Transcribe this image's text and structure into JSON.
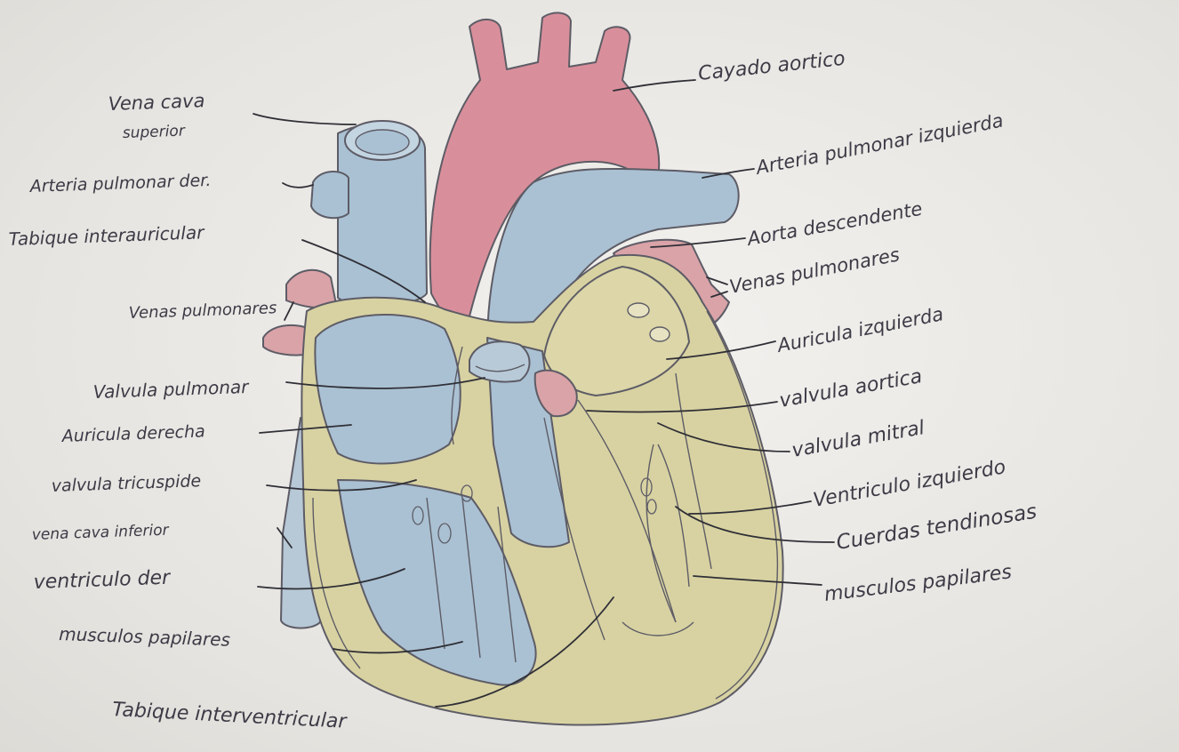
{
  "colors": {
    "paper": "#ecebe7",
    "aorta_red": "#d98f9b",
    "vessel_blue": "#aac1d3",
    "muscle_yellow": "#d8d2a2",
    "pulmonary_vein_pink": "#d9a3a8",
    "ink": "#3c3b46"
  },
  "labels": {
    "left": {
      "vena_cava_superior_1": "Vena cava",
      "vena_cava_superior_2": "superior",
      "arteria_pulmonar_der": "Arteria pulmonar der.",
      "tabique_interauricular": "Tabique interauricular",
      "venas_pulmonares": "Venas pulmonares",
      "valvula_pulmonar": "Valvula pulmonar",
      "auricula_derecha": "Auricula derecha",
      "valvula_tricuspide": "valvula tricuspide",
      "vena_cava_inferior": "vena cava inferior",
      "ventriculo_der": "ventriculo der",
      "musculos_papilares": "musculos papilares",
      "tabique_interventricular": "Tabique interventricular"
    },
    "right": {
      "cayado_aortico": "Cayado aortico",
      "arteria_pulmonar_izquierda": "Arteria pulmonar izquierda",
      "aorta_descendente": "Aorta descendente",
      "venas_pulmonares": "Venas pulmonares",
      "auricula_izquierda": "Auricula izquierda",
      "valvula_aortica": "valvula aortica",
      "valvula_mitral": "valvula mitral",
      "ventriculo_izquierdo": "Ventriculo izquierdo",
      "cuerdas_tendinosas": "Cuerdas tendinosas",
      "musculos_papilares": "musculos papilares"
    }
  }
}
